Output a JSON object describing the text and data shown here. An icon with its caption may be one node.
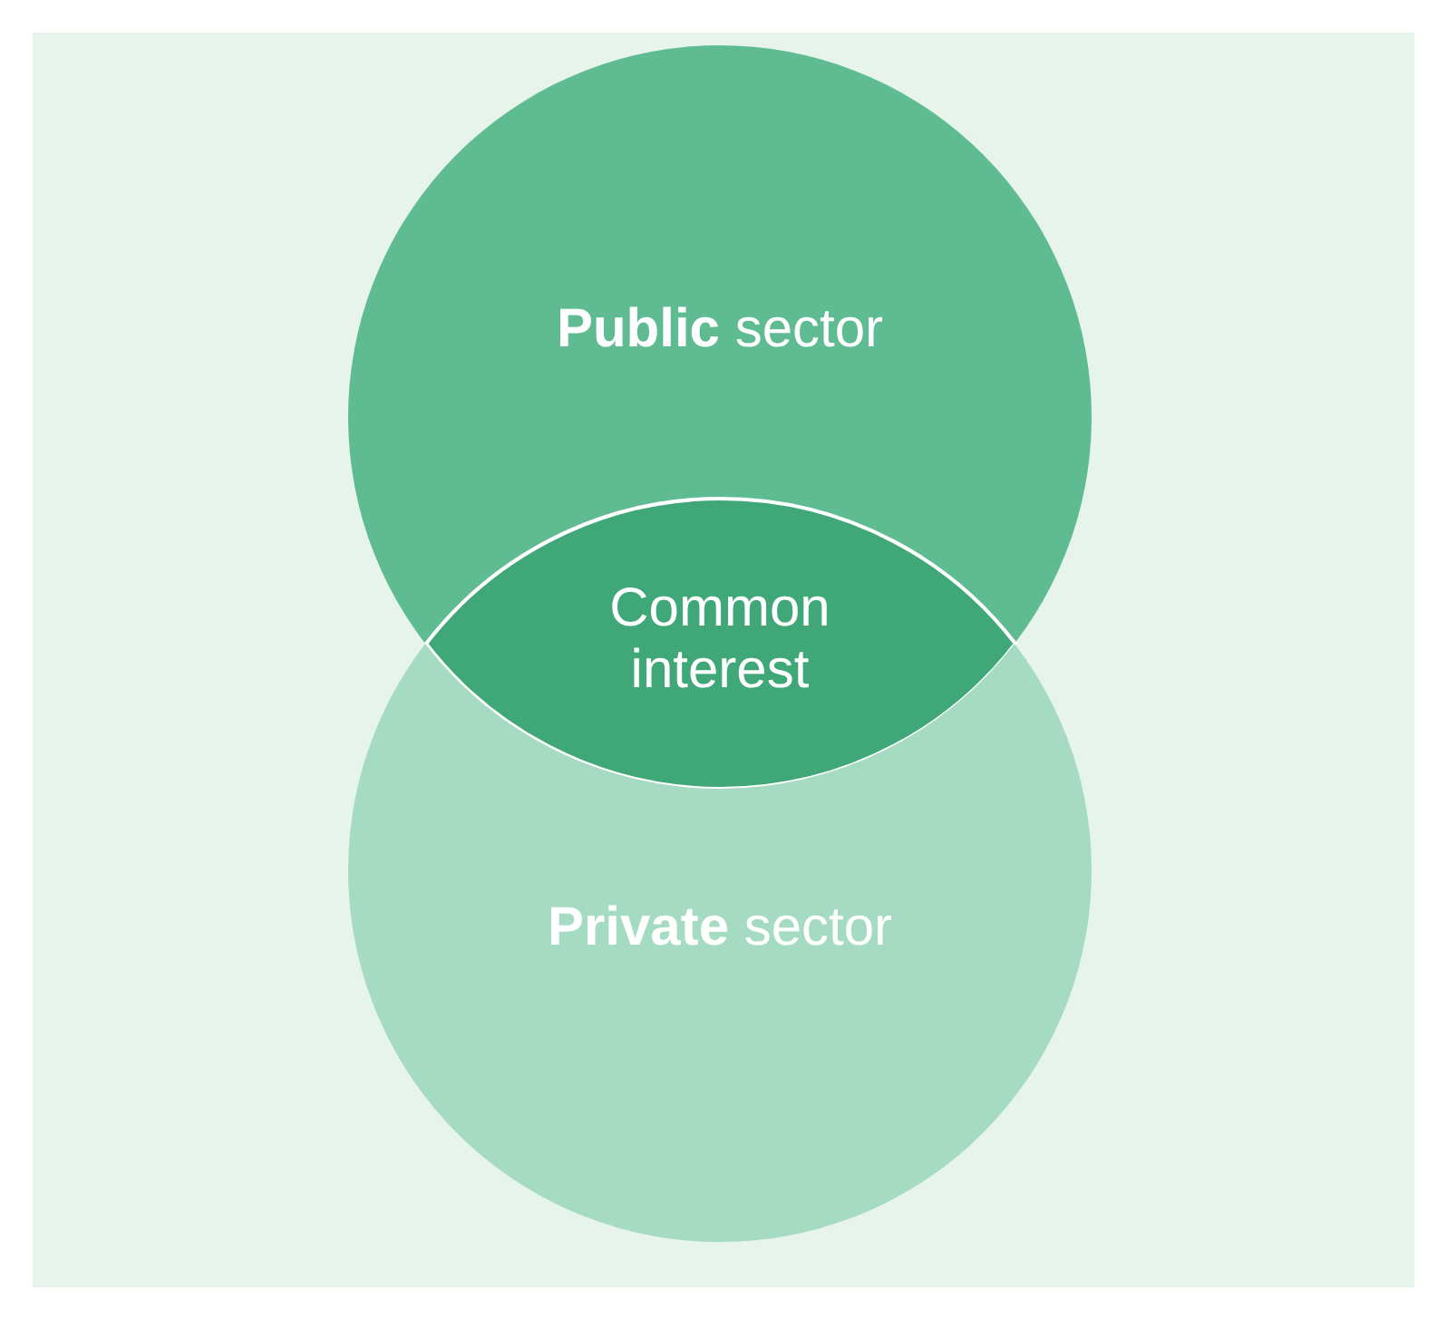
{
  "diagram": {
    "nodes": [
      {
        "text": [
          "**Public** sector"
        ]
      },
      {
        "text": [
          "Common interest"
        ]
      },
      {
        "text": [
          "**Private** sector"
        ]
      }
    ]
  }
}
